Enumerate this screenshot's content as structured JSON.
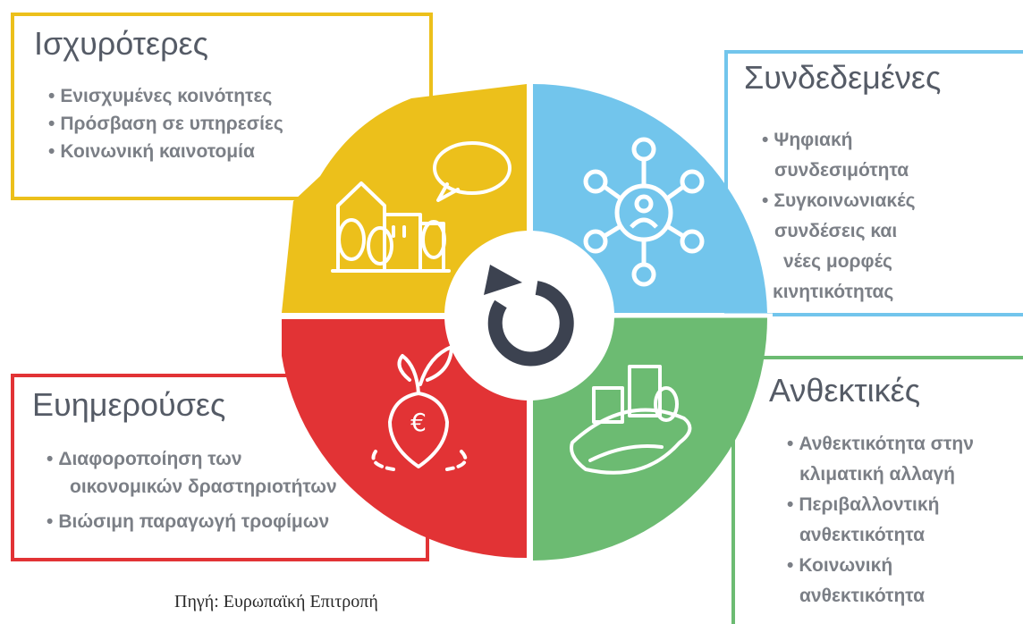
{
  "panels": {
    "yellow": {
      "title": "Ισχυρότερες",
      "items": [
        "Ενισχυμένες κοινότητες",
        "Πρόσβαση σε υπηρεσίες",
        "Κοινωνική καινοτομία"
      ],
      "color": "#ecc01b"
    },
    "blue": {
      "title": "Συνδεδεμένες",
      "items": [
        "Ψηφιακή",
        "συνδεσιμότητα",
        "Συγκοινωνιακές",
        "συνδέσεις και",
        "νέες μορφές",
        "κινητικότητας"
      ],
      "color": "#72c5ec"
    },
    "red": {
      "title": "Ευημερούσες",
      "items": [
        "Διαφοροποίηση των",
        "οικονομικών δραστηριοτήτων",
        "Βιώσιμη παραγωγή τροφίμων"
      ],
      "color": "#e23335"
    },
    "green": {
      "title": "Ανθεκτικές",
      "items": [
        "Ανθεκτικότητα στην",
        "κλιματική αλλαγή",
        "Περιβαλλοντική",
        "ανθεκτικότητα",
        "Κοινωνική",
        "ανθεκτικότητα"
      ],
      "color": "#6cbb72"
    }
  },
  "bullet": "•",
  "center_icon": "refresh-arrow-icon",
  "quadrant_icons": [
    "town-speech-bubble-icon",
    "network-person-icon",
    "euro-seed-icon",
    "city-hill-icon"
  ],
  "source": "Πηγή: Ευρωπαϊκή Επιτροπή"
}
